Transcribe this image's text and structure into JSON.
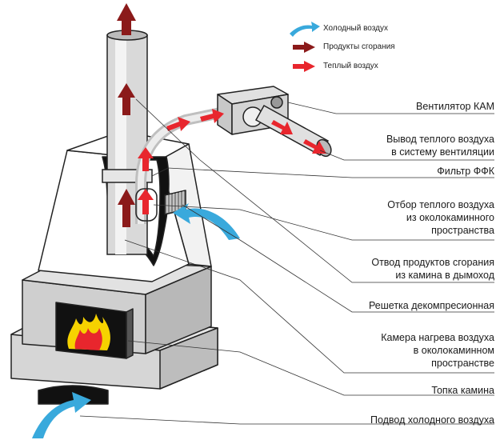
{
  "legend": [
    {
      "label": "Холодный воздух",
      "color": "#39a9dc",
      "icon": "cold-air-arrow-icon"
    },
    {
      "label": "Продукты сгорания",
      "color": "#8b1a1a",
      "icon": "combustion-arrow-icon"
    },
    {
      "label": "Теплый воздух",
      "color": "#e8262d",
      "icon": "warm-air-arrow-icon"
    }
  ],
  "callouts": [
    {
      "lines": [
        "Вентилятор КАМ"
      ]
    },
    {
      "lines": [
        "Вывод теплого воздуха",
        "в систему вентиляции"
      ]
    },
    {
      "lines": [
        "Фильтр ФФК"
      ]
    },
    {
      "lines": [
        "Отбор теплого воздуха",
        "из околокаминного",
        "пространства"
      ]
    },
    {
      "lines": [
        "Отвод продуктов сгорания",
        "из камина в дымоход"
      ]
    },
    {
      "lines": [
        "Решетка декомпресионная"
      ]
    },
    {
      "lines": [
        "Камера нагрева воздуха",
        "в околокаминном",
        "пространстве"
      ]
    },
    {
      "lines": [
        "Топка камина"
      ]
    },
    {
      "lines": [
        "Подвод холодного воздуха"
      ]
    }
  ],
  "colors": {
    "cold": "#39a9dc",
    "combustion": "#8b1a1a",
    "warm": "#e8262d",
    "stone": "#d3d3d3",
    "outline": "#222222",
    "fire_yellow": "#f6d200",
    "fire_red": "#e8262d"
  }
}
